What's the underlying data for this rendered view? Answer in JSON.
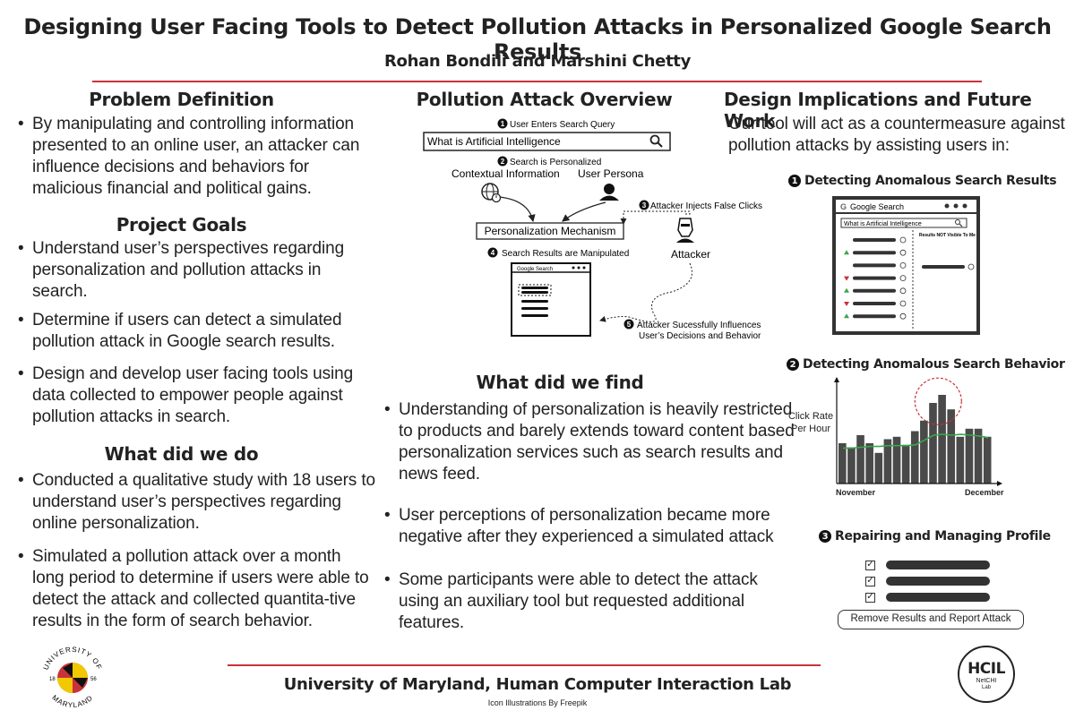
{
  "header": {
    "title": "Designing User Facing Tools to Detect Pollution Attacks in Personalized Google Search Results",
    "authors": "Rohan Bondili and Marshini Chetty"
  },
  "colors": {
    "accent_red": "#c8323a",
    "dark": "#222222",
    "bar": "#4a4a4a",
    "trend": "#3aa64b"
  },
  "left": {
    "problem": {
      "heading": "Problem Definition",
      "bullets": [
        "By manipulating and controlling information presented to an online user, an attacker can influence decisions and behaviors for malicious financial and political gains."
      ]
    },
    "goals": {
      "heading": "Project Goals",
      "bullets": [
        "Understand user’s perspectives regarding personalization and pollution attacks in search.",
        "Determine if users can detect a simulated pollution attack in Google search results.",
        "Design and develop user facing tools using data collected to empower people against pollution attacks in search."
      ]
    },
    "did": {
      "heading": "What did we do",
      "bullets": [
        "Conducted a qualitative study with 18 users to understand user’s perspectives regarding online personalization.",
        "Simulated a pollution attack over a month long period to determine if users were able to detect the attack and collected quantita-tive results in the form of search behavior."
      ]
    }
  },
  "middle": {
    "overview": {
      "heading": "Pollution Attack Overview",
      "step1": "User Enters Search Query",
      "query": "What is Artificial Intelligence",
      "step2": "Search is Personalized",
      "contextual": "Contextual Information",
      "persona": "User Persona",
      "step3": "Attacker Injects False Clicks",
      "mechanism": "Personalization Mechanism",
      "attacker": "Attacker",
      "step4": "Search Results are Manipulated",
      "mini_google": "Google Search",
      "step5_line1": "Attacker Sucessfully Influences",
      "step5_line2": "User’s Decisions and Behavior"
    },
    "find": {
      "heading": "What did we find",
      "bullets": [
        "Understanding of personalization is heavily restricted to products and barely extends toward content based personalization services such as search results and news feed.",
        "User perceptions of personalization became more negative after they experienced a simulated attack",
        "Some participants were able to detect the attack using an auxiliary tool but requested additional features."
      ]
    }
  },
  "right": {
    "heading": "Design Implications and Future Work",
    "intro": "Our tool will act as a countermeasure against pollution attacks by assisting users in:",
    "item1": {
      "title": "Detecting Anomalous Search Results",
      "google": "Google Search",
      "query": "What is Artificial Intelligence",
      "not_visible": "Results NOT Visible To Me"
    },
    "item2": {
      "title": "Detecting Anomalous Search Behavior",
      "ylabel_line1": "Click Rate",
      "ylabel_line2": "Per Hour",
      "x_start": "November",
      "x_end": "December"
    },
    "item3": {
      "title": "Repairing and Managing Profile",
      "button": "Remove Results and Report Attack"
    }
  },
  "chart_data": {
    "type": "bar",
    "title": "Detecting Anomalous Search Behavior",
    "ylabel": "Click Rate Per Hour",
    "x_tick_labels": [
      "November",
      "December"
    ],
    "series": [
      {
        "values": [
          5,
          4.5,
          6,
          5,
          3.8,
          5.5,
          5.8,
          4.8,
          6.5,
          7.8,
          10,
          11,
          9.2,
          5.8,
          6.8,
          6.8,
          5.8
        ]
      }
    ],
    "trend_values": [
      4.4,
      4.4,
      4.5,
      4.6,
      4.6,
      4.7,
      4.7,
      4.7,
      4.8,
      5.4,
      6.0,
      6.1,
      6.0,
      6.1,
      6.0,
      5.9,
      5.7
    ],
    "ylim": [
      0,
      12
    ]
  },
  "footer": {
    "institution": "University of Maryland, Human Computer Interaction Lab",
    "credit": "Icon Illustrations By Freepik",
    "umd_logo_top": "UNIVERSITY OF",
    "umd_logo_bottom": "MARYLAND",
    "umd_year_left": "18",
    "umd_year_right": "56",
    "hcil_logo": "HCIL",
    "hcil_sub1": "NetCHI",
    "hcil_sub2": "Lab"
  }
}
